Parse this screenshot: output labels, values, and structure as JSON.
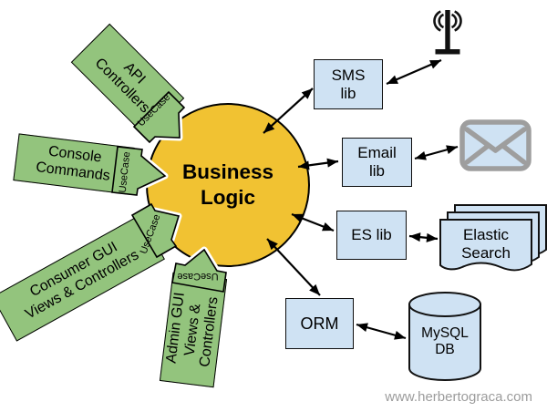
{
  "diagram": {
    "core": {
      "lines": [
        "Business",
        "Logic"
      ]
    },
    "ports": [
      {
        "id": "api-controllers",
        "lines": [
          "API",
          "Controllers"
        ],
        "connector_label": "UseCase"
      },
      {
        "id": "console-commands",
        "lines": [
          "Console",
          "Commands"
        ],
        "connector_label": "UseCase"
      },
      {
        "id": "consumer-gui",
        "lines": [
          "Consumer GUI",
          "Views & Controllers"
        ],
        "connector_label": "UseCase"
      },
      {
        "id": "admin-gui",
        "lines": [
          "Admin GUI",
          "Views &",
          "Controllers"
        ],
        "connector_label": "UseCase"
      }
    ],
    "adapters": [
      {
        "id": "sms-lib",
        "lines": [
          "SMS",
          "lib"
        ]
      },
      {
        "id": "email-lib",
        "lines": [
          "Email",
          "lib"
        ]
      },
      {
        "id": "es-lib",
        "lines": [
          "ES lib"
        ]
      },
      {
        "id": "orm",
        "lines": [
          "ORM"
        ]
      }
    ],
    "externals": [
      {
        "id": "cell-tower",
        "icon": "antenna-icon"
      },
      {
        "id": "email-service",
        "icon": "email-icon"
      },
      {
        "id": "elastic-search",
        "icon": "document-stack-icon",
        "lines": [
          "Elastic",
          "Search"
        ]
      },
      {
        "id": "mysql-db",
        "icon": "database-cylinder-icon",
        "lines": [
          "MySQL",
          "DB"
        ]
      }
    ],
    "colors": {
      "core_fill": "#f1c232",
      "port_fill": "#93c47d",
      "adapter_fill": "#cfe2f3",
      "outline": "#000000",
      "icon_gray": "#9e9e9e",
      "watermark_gray": "#9c9c9c"
    },
    "watermark": "www.herbertograca.com"
  }
}
